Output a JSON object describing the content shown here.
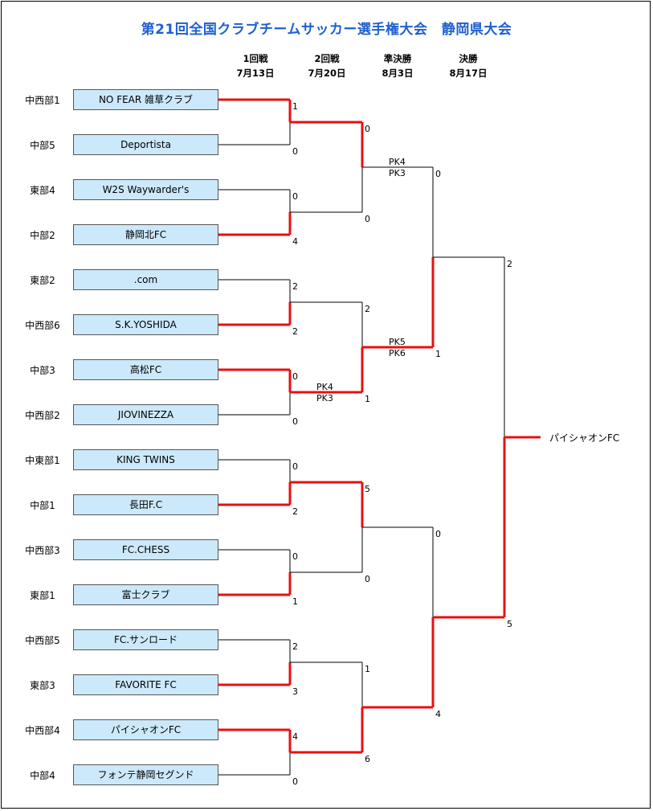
{
  "title": "第21回全国クラブチームサッカー選手権大会　静岡県大会",
  "rounds": [
    {
      "name": "1回戦",
      "date": "7月13日"
    },
    {
      "name": "2回戦",
      "date": "7月20日"
    },
    {
      "name": "準決勝",
      "date": "8月3日"
    },
    {
      "name": "決勝",
      "date": "8月17日"
    }
  ],
  "teams": [
    {
      "region": "中西部1",
      "name": "NO FEAR 雑草クラブ"
    },
    {
      "region": "中部5",
      "name": "Deportista"
    },
    {
      "region": "東部4",
      "name": "W2S Waywarder's"
    },
    {
      "region": "中部2",
      "name": "静岡北FC"
    },
    {
      "region": "東部2",
      "name": ".com"
    },
    {
      "region": "中西部6",
      "name": "S.K.YOSHIDA"
    },
    {
      "region": "中部3",
      "name": "高松FC"
    },
    {
      "region": "中西部2",
      "name": "JIOVINEZZA"
    },
    {
      "region": "中東部1",
      "name": "KING TWINS"
    },
    {
      "region": "中部1",
      "name": "長田F.C"
    },
    {
      "region": "中西部3",
      "name": "FC.CHESS"
    },
    {
      "region": "東部1",
      "name": "富士クラブ"
    },
    {
      "region": "中西部5",
      "name": "FC.サンロード"
    },
    {
      "region": "東部3",
      "name": "FAVORITE FC"
    },
    {
      "region": "中西部4",
      "name": "パイシャオンFC"
    },
    {
      "region": "中部4",
      "name": "フォンテ静岡セグンド"
    }
  ],
  "round1_scores": [
    [
      1,
      0
    ],
    [
      0,
      4
    ],
    [
      2,
      2
    ],
    [
      0,
      0
    ],
    [
      0,
      2
    ],
    [
      0,
      1
    ],
    [
      2,
      3
    ],
    [
      4,
      0
    ]
  ],
  "round1_pk": [
    null,
    null,
    null,
    [
      "PK4",
      "PK3"
    ],
    null,
    null,
    null,
    null
  ],
  "round1_winner": [
    0,
    1,
    1,
    0,
    1,
    1,
    1,
    0
  ],
  "round2_scores": [
    [
      0,
      0
    ],
    [
      2,
      1
    ],
    [
      5,
      0
    ],
    [
      1,
      6
    ]
  ],
  "round2_pk": [
    [
      "PK4",
      "PK3"
    ],
    [
      "PK5",
      "PK6"
    ],
    null,
    null
  ],
  "round2_winner": [
    0,
    1,
    0,
    1
  ],
  "semifinal_scores": [
    [
      0,
      1
    ],
    [
      0,
      4
    ]
  ],
  "semifinal_winner": [
    1,
    1
  ],
  "final_scores": [
    2,
    5
  ],
  "final_winner": 1,
  "champion": "パイシャオンFC",
  "colors": {
    "title": "#1f5fd0",
    "winner_line": "#e81010",
    "team_box": "#cce9fb"
  }
}
